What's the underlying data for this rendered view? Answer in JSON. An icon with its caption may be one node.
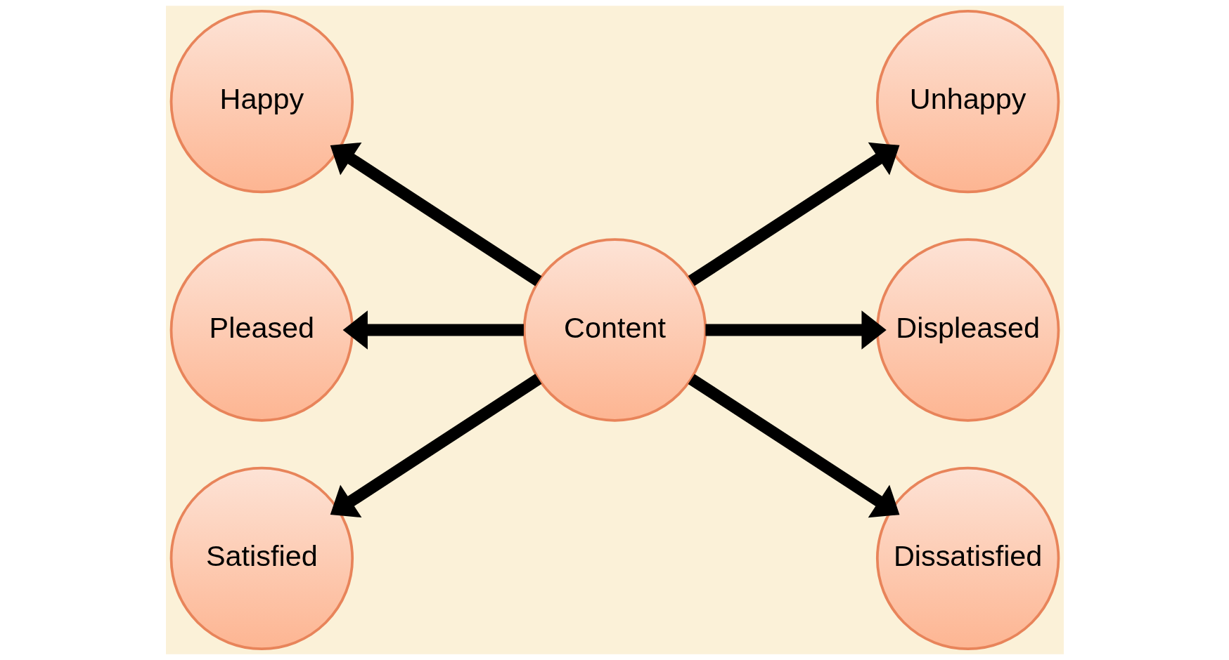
{
  "diagram": {
    "nodes": [
      {
        "text": [
          "Happy"
        ]
      },
      {
        "text": [
          "Pleased"
        ]
      },
      {
        "text": [
          "Satisfied"
        ]
      },
      {
        "text": [
          "Content"
        ]
      },
      {
        "text": [
          "Unhappy"
        ]
      },
      {
        "text": [
          "Displeased"
        ]
      },
      {
        "text": [
          "Dissatisfied"
        ]
      }
    ],
    "edges": [
      {
        "from": 3,
        "to": 0,
        "arrow": "to"
      },
      {
        "from": 3,
        "to": 1,
        "arrow": "to"
      },
      {
        "from": 3,
        "to": 2,
        "arrow": "to"
      },
      {
        "from": 3,
        "to": 4,
        "arrow": "to"
      },
      {
        "from": 3,
        "to": 5,
        "arrow": "to"
      },
      {
        "from": 3,
        "to": 6,
        "arrow": "to"
      }
    ]
  }
}
